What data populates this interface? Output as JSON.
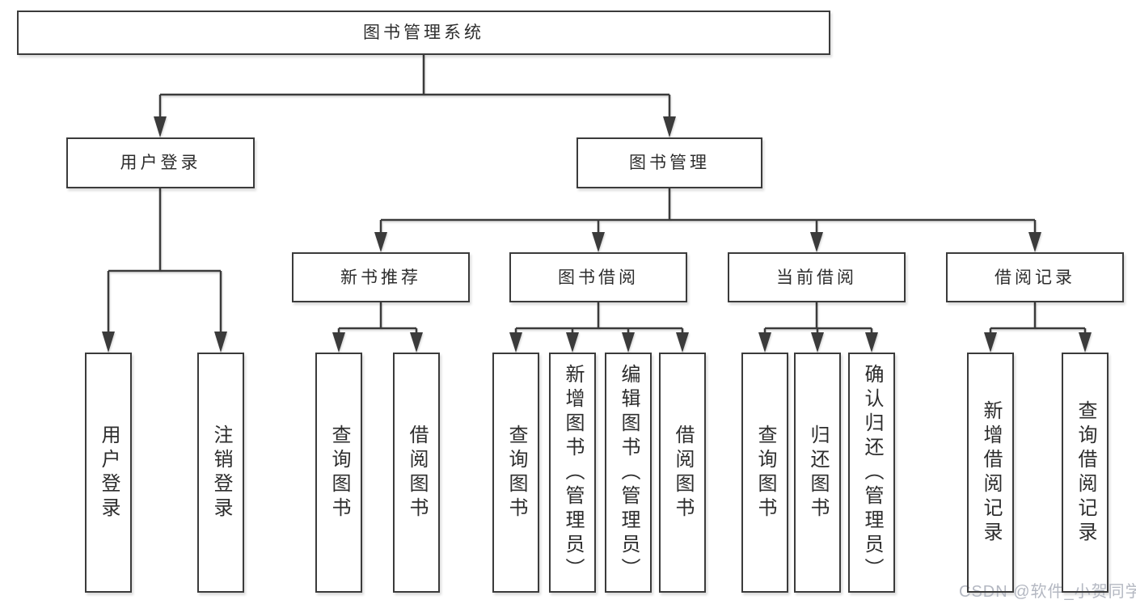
{
  "colors": {
    "line": "#3b3b3b",
    "node_border": "#3b3b3b",
    "node_fill": "#ffffff",
    "text": "#2d2d2d",
    "watermark": "#b4b8c2",
    "background": "#ffffff"
  },
  "nodes": {
    "root": "图书管理系统",
    "level2": [
      {
        "label": "用户登录"
      },
      {
        "label": "图书管理"
      }
    ],
    "level3": [
      {
        "label": "新书推荐"
      },
      {
        "label": "图书借阅"
      },
      {
        "label": "当前借阅"
      },
      {
        "label": "借阅记录"
      }
    ],
    "leaves": {
      "user_login": [
        "用户登录",
        "注销登录"
      ],
      "new_book": [
        "查询图书",
        "借阅图书"
      ],
      "book_borrow": [
        "查询图书",
        "新增图书（管理员）",
        "编辑图书（管理员）",
        "借阅图书"
      ],
      "current_borrow": [
        "查询图书",
        "归还图书",
        "确认归还（管理员）"
      ],
      "borrow_record": [
        "新增借阅记录",
        "查询借阅记录"
      ]
    }
  },
  "watermark": "CSDN @软件_小贺同学"
}
